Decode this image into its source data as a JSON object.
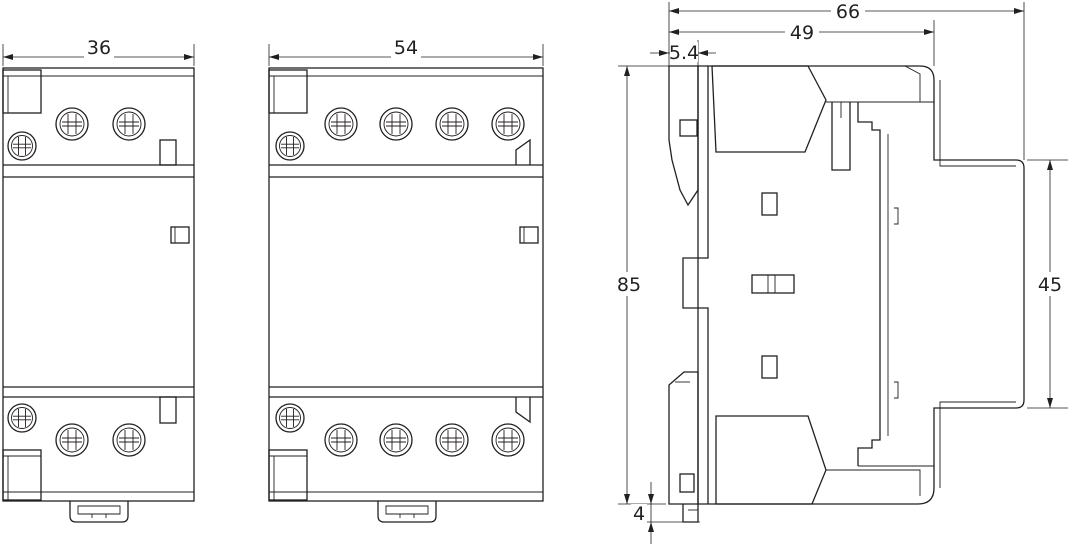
{
  "drawing": {
    "front_2p": {
      "width_label": "36",
      "top_screws": 2,
      "bottom_screws": 2
    },
    "front_4p": {
      "width_label": "54",
      "top_screws": 4,
      "bottom_screws": 4
    },
    "side": {
      "depth_label": "66",
      "body_depth_label": "49",
      "rail_offset_label": "5.4",
      "height_label": "85",
      "front_height_label": "45",
      "bottom_offset_label": "4"
    }
  },
  "colors": {
    "line": "#231f20",
    "background": "#ffffff"
  }
}
